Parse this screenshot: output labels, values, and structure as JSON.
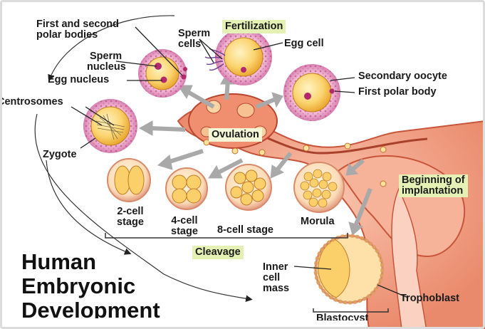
{
  "title_lines": [
    "Human",
    "Embryonic",
    "Development"
  ],
  "labels": {
    "polar_bodies": [
      "First and second",
      "polar bodies"
    ],
    "sperm_cells": [
      "Sperm",
      "cells"
    ],
    "fertilization": "Fertilization",
    "egg_cell": "Egg cell",
    "sperm_nucleus": [
      "Sperm",
      "nucleus"
    ],
    "egg_nucleus": "Egg nucleus",
    "secondary_oocyte": "Secondary oocyte",
    "first_polar_body": "First polar body",
    "centrosomes": "Centrosomes",
    "zygote": "Zygote",
    "ovulation": "Ovulation",
    "beginning_implantation": [
      "Beginning of",
      "implantation"
    ],
    "two_cell": [
      "2-cell",
      "stage"
    ],
    "four_cell": [
      "4-cell",
      "stage"
    ],
    "eight_cell": "8-cell stage",
    "morula": "Morula",
    "cleavage": "Cleavage",
    "inner_cell_mass": [
      "Inner",
      "cell",
      "mass"
    ],
    "trophoblast": "Trophoblast",
    "blastocyst": "Blastocyst"
  },
  "colors": {
    "cell_pink": "#e8a6c8",
    "cell_dots": "#c04a88",
    "egg_yellow": "#f6c84c",
    "egg_cream": "#fbe7a2",
    "uterus_salmon": "#f2a58a",
    "uterus_dark": "#d9694a",
    "arrow_gray": "#a9a9a9",
    "label_box": "#e4f0b4"
  }
}
